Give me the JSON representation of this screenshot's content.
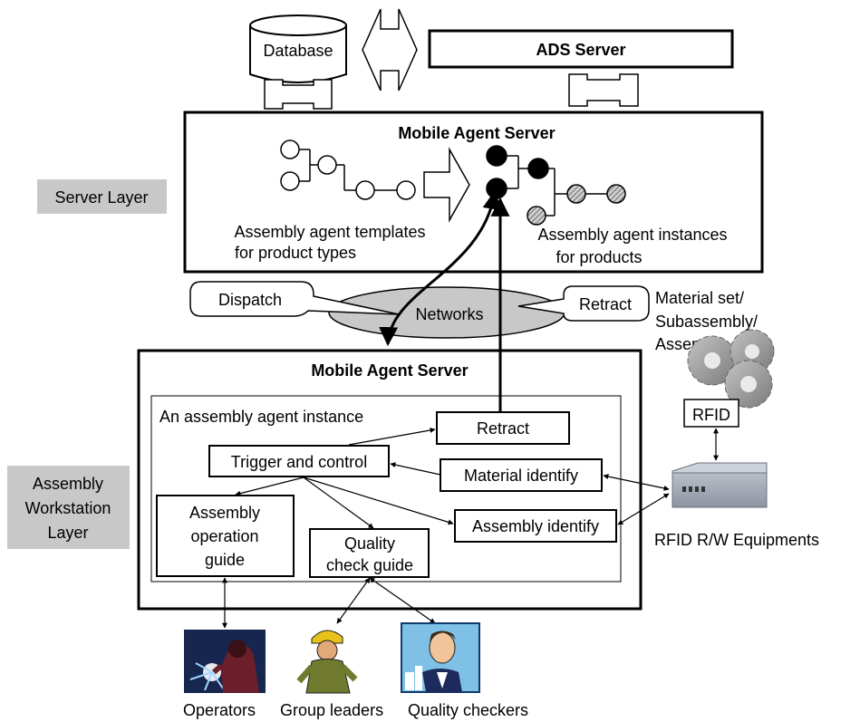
{
  "top": {
    "database_label": "Database",
    "ads_server_label": "ADS Server"
  },
  "server_layer": {
    "layer_label": "Server Layer",
    "server_title": "Mobile Agent Server",
    "templates_label_line1": "Assembly agent templates",
    "templates_label_line2": "for product types",
    "instances_label_line1": "Assembly agent instances",
    "instances_label_line2": "for products"
  },
  "network": {
    "networks_label": "Networks",
    "dispatch_label": "Dispatch",
    "retract_label": "Retract",
    "material_line1": "Material set/",
    "material_line2": "Subassembly/",
    "material_line3": "Assembly"
  },
  "workstation_layer": {
    "layer_label_line1": "Assembly",
    "layer_label_line2": "Workstation",
    "layer_label_line3": "Layer",
    "server_title": "Mobile Agent Server",
    "instance_title": "An assembly agent instance",
    "retract_box": "Retract",
    "trigger_box": "Trigger and control",
    "material_identify_box": "Material identify",
    "assembly_guide_line1": "Assembly",
    "assembly_guide_line2": "operation",
    "assembly_guide_line3": "guide",
    "quality_guide_line1": "Quality",
    "quality_guide_line2": "check guide",
    "assembly_identify_box": "Assembly identify"
  },
  "rfid": {
    "rfid_label": "RFID",
    "equipment_label": "RFID R/W Equipments"
  },
  "people": {
    "operators": "Operators",
    "group_leaders": "Group leaders",
    "quality_checkers": "Quality checkers"
  },
  "colors": {
    "layer_label_bg": "#c8c8c8",
    "network_fill": "#c8c8c8",
    "gear": "#9a9a9a",
    "reader": "#9ca3b0"
  }
}
